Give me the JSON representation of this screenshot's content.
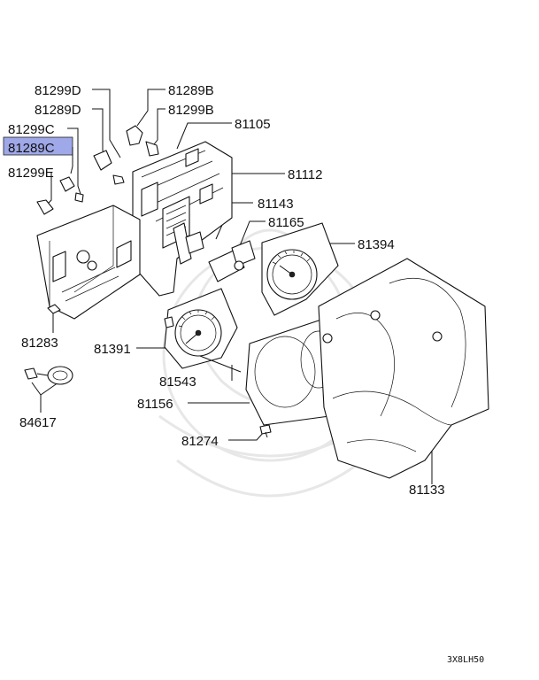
{
  "diagram": {
    "part_labels": [
      {
        "id": "81299D",
        "text": "81299D"
      },
      {
        "id": "81289B",
        "text": "81289B"
      },
      {
        "id": "81289D",
        "text": "81289D"
      },
      {
        "id": "81299B",
        "text": "81299B"
      },
      {
        "id": "81299C",
        "text": "81299C"
      },
      {
        "id": "81105",
        "text": "81105"
      },
      {
        "id": "81289C",
        "text": "81289C"
      },
      {
        "id": "81299E",
        "text": "81299E"
      },
      {
        "id": "81112",
        "text": "81112"
      },
      {
        "id": "81143",
        "text": "81143"
      },
      {
        "id": "81165",
        "text": "81165"
      },
      {
        "id": "81394",
        "text": "81394"
      },
      {
        "id": "81283",
        "text": "81283"
      },
      {
        "id": "81391",
        "text": "81391"
      },
      {
        "id": "81543",
        "text": "81543"
      },
      {
        "id": "84617",
        "text": "84617"
      },
      {
        "id": "81156",
        "text": "81156"
      },
      {
        "id": "81274",
        "text": "81274"
      },
      {
        "id": "81133",
        "text": "81133"
      }
    ],
    "highlighted_part": "81289C",
    "highlight_color": "#9fa8e8",
    "diagram_code": "3X8LH50"
  }
}
